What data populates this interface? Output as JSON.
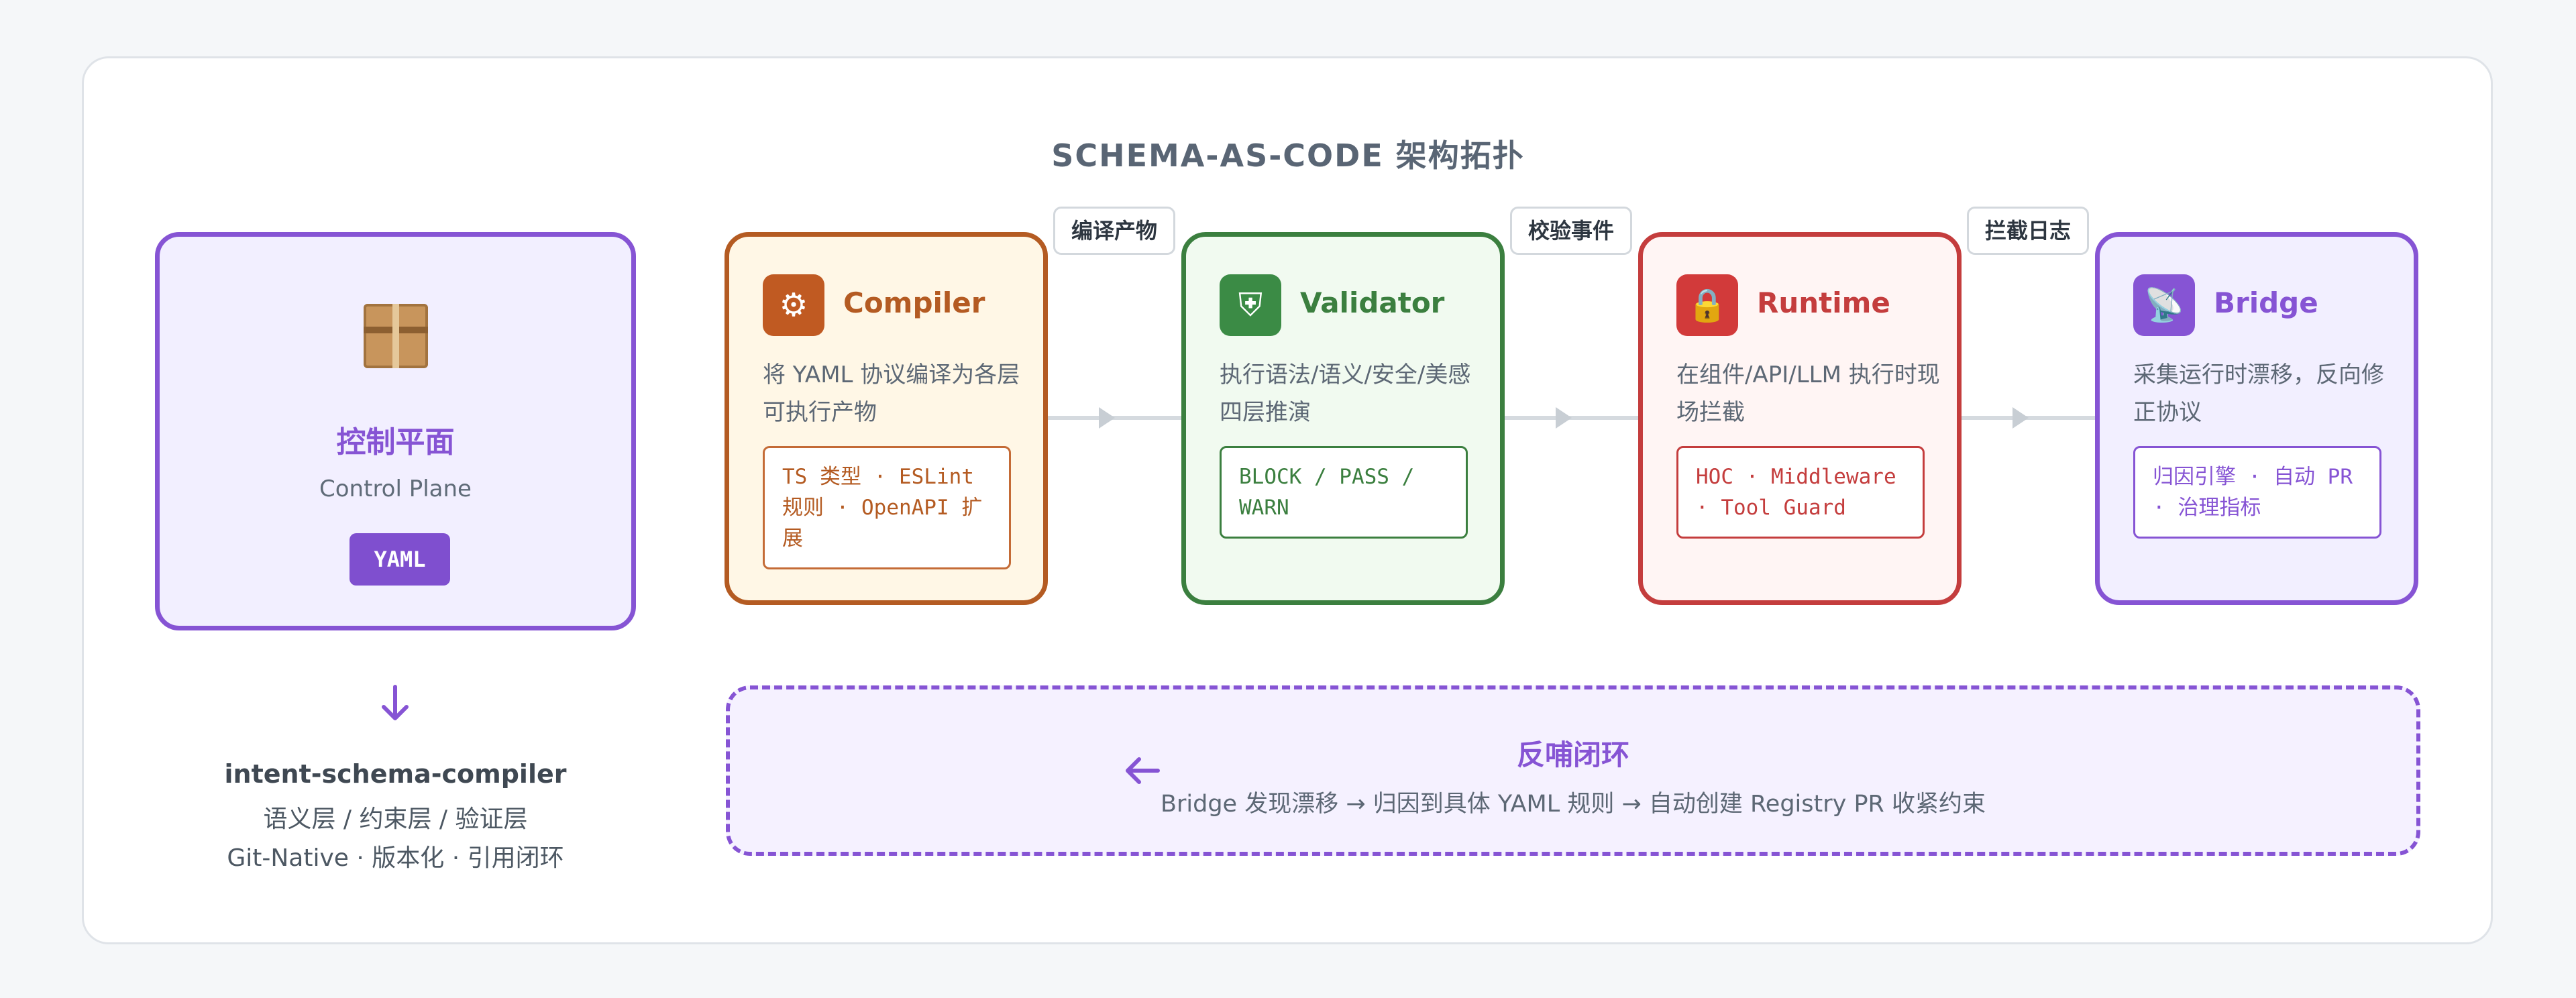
{
  "title": "SCHEMA-AS-CODE 架构拓扑",
  "control_plane": {
    "icon": "package-icon",
    "title": "控制平面",
    "subtitle": "Control Plane",
    "badge": "YAML"
  },
  "stages": [
    {
      "icon": "gear-icon",
      "icon_glyph": "⚙",
      "name": "Compiler",
      "desc": "将 YAML 协议编译为各层可执行产物",
      "code": "TS 类型 · ESLint 规则 · OpenAPI 扩展",
      "color": "#b45b22"
    },
    {
      "icon": "shield-icon",
      "icon_glyph": "⛨",
      "name": "Validator",
      "desc": "执行语法/语义/安全/美感四层推演",
      "code": "BLOCK / PASS / WARN",
      "color": "#3b7f3f"
    },
    {
      "icon": "lock-icon",
      "icon_glyph": "🔒",
      "name": "Runtime",
      "desc": "在组件/API/LLM 执行时现场拦截",
      "code": "HOC · Middleware · Tool Guard",
      "color": "#c43d3d"
    },
    {
      "icon": "satellite-icon",
      "icon_glyph": "📡",
      "name": "Bridge",
      "desc": "采集运行时漂移，反向修正协议",
      "code": "归因引擎 · 自动 PR · 治理指标",
      "color": "#8654d4"
    }
  ],
  "connector_labels": [
    "编译产物",
    "校验事件",
    "拦截日志"
  ],
  "library": {
    "name": "intent-schema-compiler",
    "line1": "语义层 / 约束层 / 验证层",
    "line2": "Git-Native · 版本化 · 引用闭环"
  },
  "feedback": {
    "title": "反哺闭环",
    "text": "Bridge 发现漂移 → 归因到具体 YAML 规则 → 自动创建 Registry PR 收紧约束"
  }
}
